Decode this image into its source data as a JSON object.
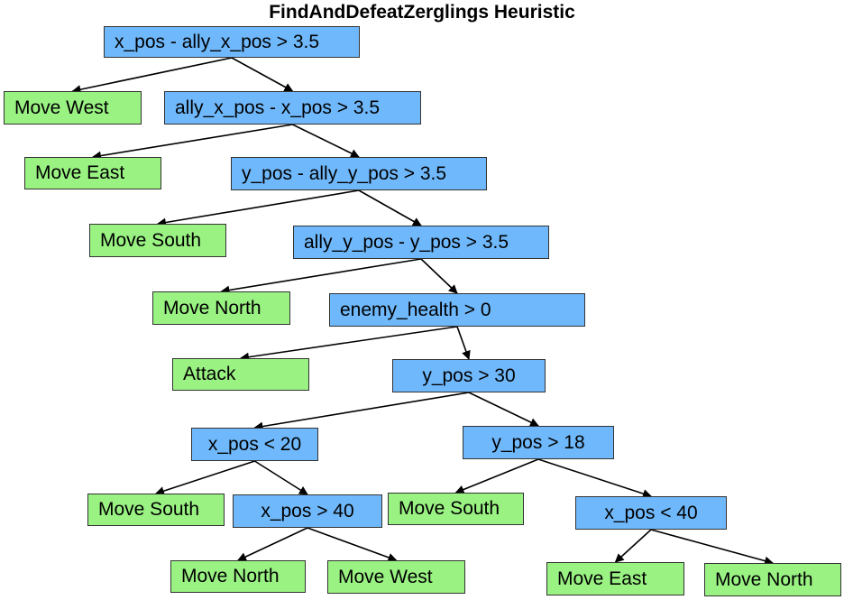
{
  "title": "FindAndDefeatZerglings Heuristic",
  "colors": {
    "condition": "#6FB8FB",
    "action": "#9AF283",
    "edge": "#000000"
  },
  "nodes": {
    "c1": "x_pos - ally_x_pos > 3.5",
    "a1": "Move West",
    "c2": "ally_x_pos - x_pos > 3.5",
    "a2": "Move East",
    "c3": "y_pos - ally_y_pos > 3.5",
    "a3": "Move South",
    "c4": "ally_y_pos - y_pos > 3.5",
    "a4": "Move North",
    "c5": "enemy_health > 0",
    "a5": "Attack",
    "c6": "y_pos > 30",
    "c7": "x_pos < 20",
    "c8": "y_pos > 18",
    "a6": "Move South",
    "c9": "x_pos > 40",
    "a7": "Move South",
    "c10": "x_pos < 40",
    "a8": "Move North",
    "a9": "Move West",
    "a10": "Move East",
    "a11": "Move North"
  },
  "edges": [
    [
      "c1",
      "a1"
    ],
    [
      "c1",
      "c2"
    ],
    [
      "c2",
      "a2"
    ],
    [
      "c2",
      "c3"
    ],
    [
      "c3",
      "a3"
    ],
    [
      "c3",
      "c4"
    ],
    [
      "c4",
      "a4"
    ],
    [
      "c4",
      "c5"
    ],
    [
      "c5",
      "a5"
    ],
    [
      "c5",
      "c6"
    ],
    [
      "c6",
      "c7"
    ],
    [
      "c6",
      "c8"
    ],
    [
      "c7",
      "a6"
    ],
    [
      "c7",
      "c9"
    ],
    [
      "c8",
      "a7"
    ],
    [
      "c8",
      "c10"
    ],
    [
      "c9",
      "a8"
    ],
    [
      "c9",
      "a9"
    ],
    [
      "c10",
      "a10"
    ],
    [
      "c10",
      "a11"
    ]
  ]
}
